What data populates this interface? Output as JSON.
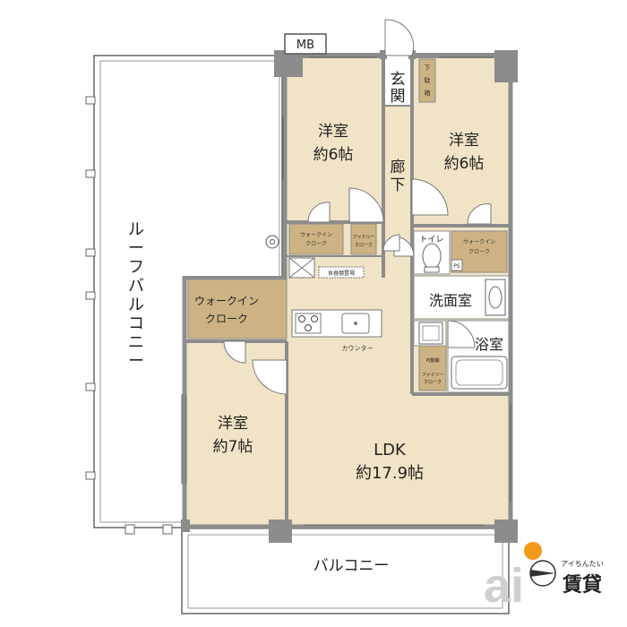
{
  "labels": {
    "mb": "MB",
    "genkan_1": "玄",
    "genkan_2": "関",
    "shoe_1": "下",
    "shoe_2": "駄",
    "shoe_3": "箱",
    "room_nw_1": "洋室",
    "room_nw_2": "約6帖",
    "room_ne_1": "洋室",
    "room_ne_2": "約6帖",
    "hall_1": "廊",
    "hall_2": "下",
    "wic_nw_1": "ウォークイン",
    "wic_nw_2": "クローク",
    "family_closet_1": "ファミリー",
    "family_closet_2": "クローク",
    "toilet": "トイレ",
    "wic_ne_1": "ウォークイン",
    "wic_ne_2": "クローク",
    "ps": "PS",
    "dish_storage": "食器棚置場",
    "wic_w_1": "ウォークイン",
    "wic_w_2": "クローク",
    "washroom": "洗面室",
    "counter": "カウンター",
    "bath": "浴室",
    "movable_shelf": "可動棚",
    "family_closet_s_1": "ファミリー",
    "family_closet_s_2": "クローク",
    "room_sw_1": "洋室",
    "room_sw_2": "約7帖",
    "ldk_1": "LDK",
    "ldk_2": "約17.9帖",
    "roof_balcony": [
      "ル",
      "ー",
      "フ",
      "バ",
      "ル",
      "コ",
      "ニ",
      "ー"
    ],
    "balcony": "バルコニー",
    "logo_small": "アイちんたい",
    "logo_big": "賃貸"
  },
  "colors": {
    "floor_wood": "#f1e3c6",
    "closet": "#cdb383",
    "wall": "#8c8c8c",
    "wet_area": "#ffffff",
    "logo_orange": "#f29a1a"
  },
  "icons": [
    "north-compass-icon",
    "ai-chintai-logo-icon",
    "stove-icon",
    "sink-icon",
    "toilet-icon",
    "bathtub-icon",
    "washbasin-icon",
    "washing-machine-icon",
    "fridge-space-icon"
  ]
}
